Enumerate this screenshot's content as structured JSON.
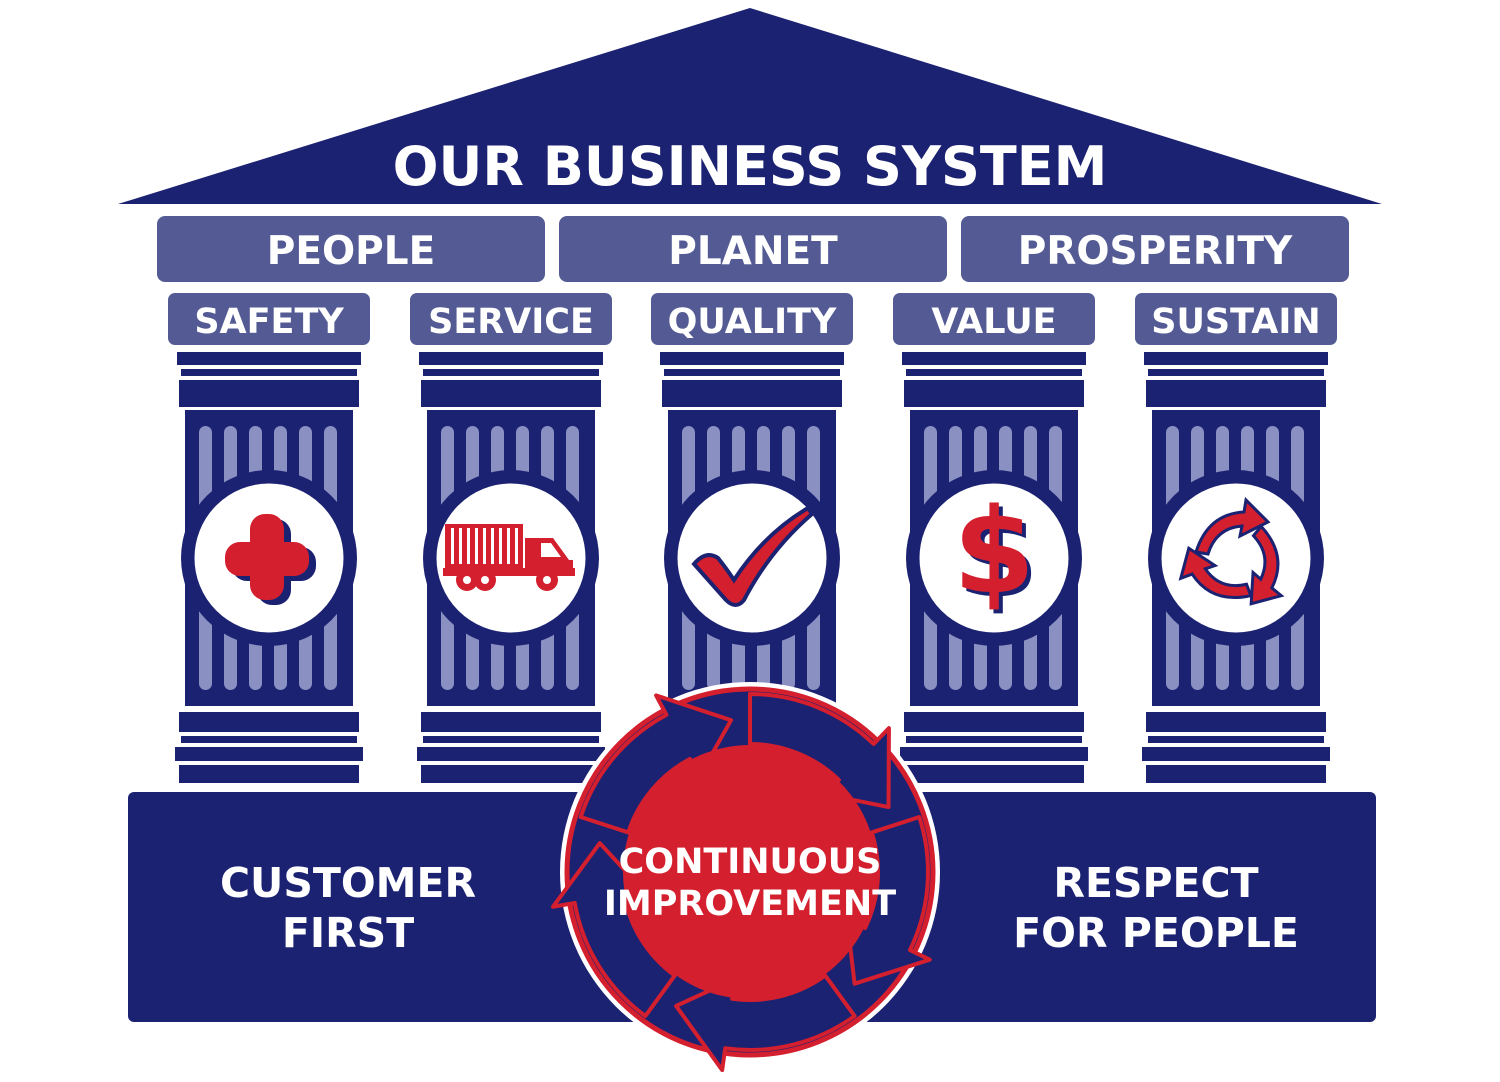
{
  "title": "OUR BUSINESS SYSTEM",
  "bands": [
    {
      "label": "PEOPLE"
    },
    {
      "label": "PLANET"
    },
    {
      "label": "PROSPERITY"
    }
  ],
  "pillars": [
    {
      "label": "SAFETY",
      "icon": "medical-cross-icon"
    },
    {
      "label": "SERVICE",
      "icon": "delivery-truck-icon"
    },
    {
      "label": "QUALITY",
      "icon": "checkmark-icon"
    },
    {
      "label": "VALUE",
      "icon": "dollar-sign-icon"
    },
    {
      "label": "SUSTAIN",
      "icon": "recycle-icon"
    }
  ],
  "base": {
    "left": {
      "line1": "CUSTOMER",
      "line2": "FIRST"
    },
    "right": {
      "line1": "RESPECT",
      "line2": "FOR PEOPLE"
    }
  },
  "cycle": {
    "line1": "CONTINUOUS",
    "line2": "IMPROVEMENT",
    "icon": "cycle-arrows-icon"
  },
  "colors": {
    "navy": "#1c2272",
    "band": "#545b94",
    "flute": "#8a90c2",
    "red": "#d41f2e",
    "white": "#ffffff"
  }
}
